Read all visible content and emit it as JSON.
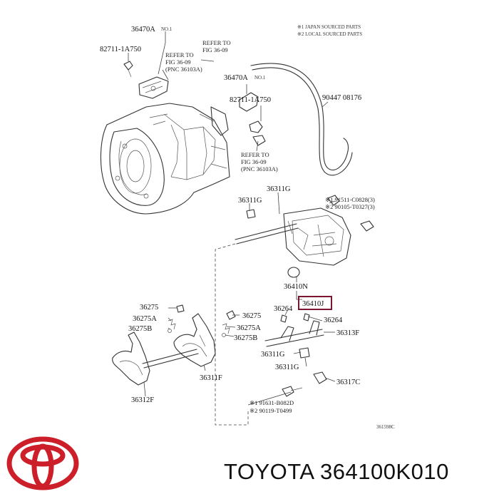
{
  "legend": {
    "line1": "※1 JAPAN SOURCED PARTS",
    "line2": "※2 LOCAL SOURCED PARTS"
  },
  "labels": {
    "p36470A_top": "36470A",
    "p36470A_top_no": "NO.1",
    "p82711_top": "82711-1A750",
    "refer1_a": "REFER TO",
    "refer1_b": "FIG 36-09",
    "refer1_c": "(PNC 36103A)",
    "refer2_a": "REFER TO",
    "refer2_b": "FIG 36-09",
    "p36470A_mid": "36470A",
    "p36470A_mid_no": "NO.1",
    "p82711_mid": "82711-1A750",
    "p90447": "90447 08176",
    "refer3_a": "REFER TO",
    "refer3_b": "FIG 36-09",
    "refer3_c": "(PNC 36103A)",
    "p36311G_a": "36311G",
    "p36311G_b": "36311G",
    "p191511": "※1 91511-C0828(3)",
    "p290105": "※2 90105-T0327(3)",
    "p36410N": "36410N",
    "p36410J": "36410J",
    "p36264_a": "36264",
    "p36264_b": "36264",
    "p36313F": "36313F",
    "p36275_l": "36275",
    "p36275A_l": "36275A",
    "p36275B_l": "36275B",
    "p36275_r": "36275",
    "p36275A_r": "36275A",
    "p36275B_r": "36275B",
    "p36311G_c": "36311G",
    "p36311G_d": "36311G",
    "p36317C": "36317C",
    "p36311F": "36311F",
    "p36312F": "36312F",
    "p91631": "※1 91631-B082D",
    "p90119": "※2 90119-T0499",
    "fig_code": "361598C"
  },
  "highlight_color": "#7a1730",
  "brand": {
    "text": "TOYOTA 364100K010",
    "logo_color": "#cc1f2a",
    "logo_icon": "toyota-logo-icon"
  }
}
